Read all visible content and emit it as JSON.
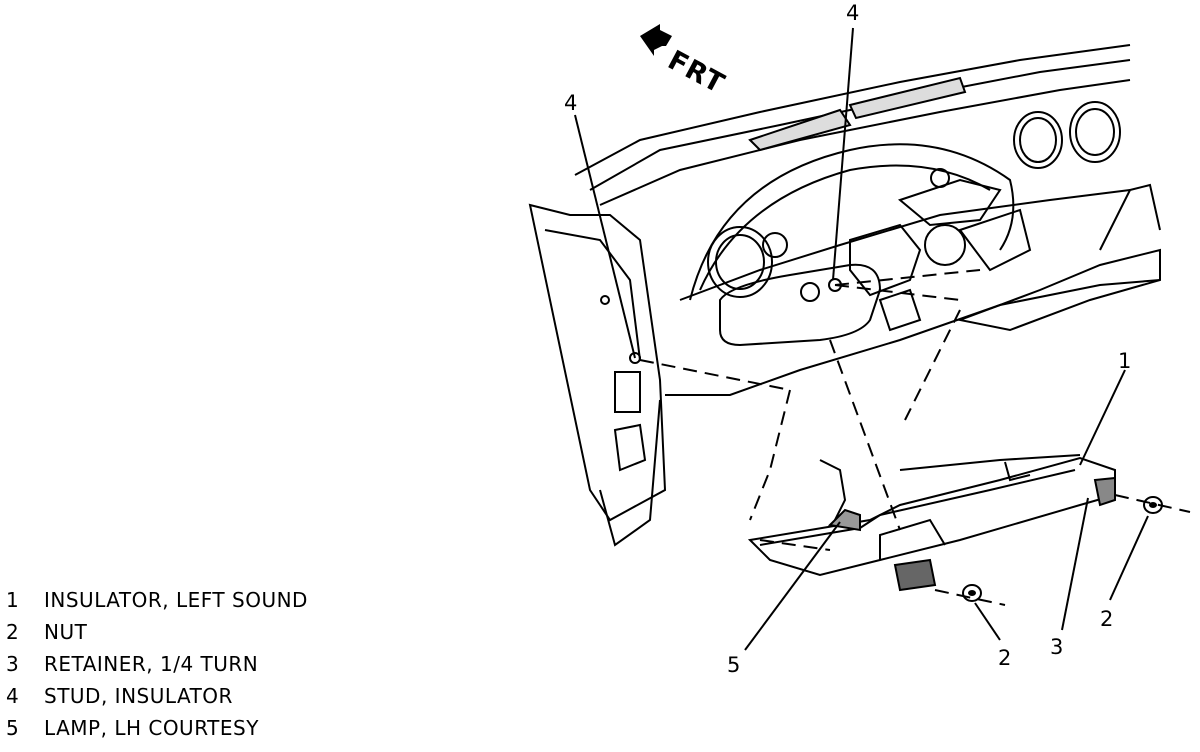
{
  "direction_arrow": {
    "label": "FRT",
    "icon": "arrow-left-icon"
  },
  "callouts": [
    "4",
    "4",
    "1",
    "2",
    "3",
    "2",
    "5"
  ],
  "legend": [
    {
      "number": "1",
      "text": "INSULATOR, LEFT SOUND"
    },
    {
      "number": "2",
      "text": "NUT"
    },
    {
      "number": "3",
      "text": "RETAINER, 1/4 TURN"
    },
    {
      "number": "4",
      "text": "STUD, INSULATOR"
    },
    {
      "number": "5",
      "text": "LAMP, LH COURTESY"
    }
  ]
}
